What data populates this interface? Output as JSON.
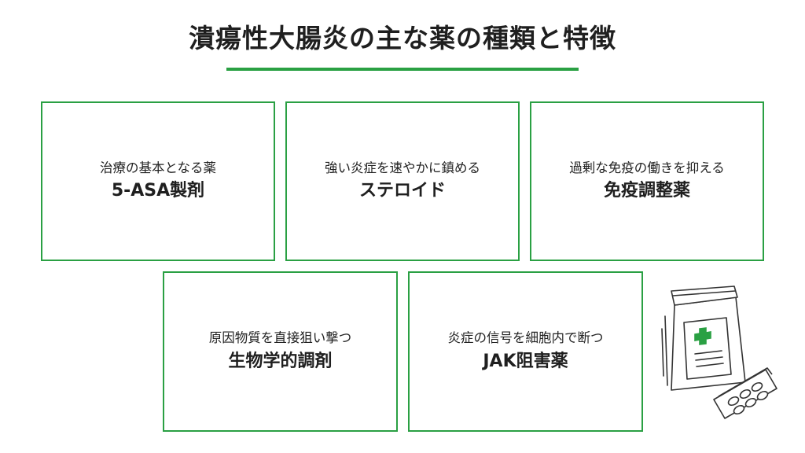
{
  "title": "潰瘍性大腸炎の主な薬の種類と特徴",
  "accent_color": "#2aa043",
  "cards": [
    {
      "subtitle": "治療の基本となる薬",
      "name": "5-ASA製剤"
    },
    {
      "subtitle": "強い炎症を速やかに鎮める",
      "name": "ステロイド"
    },
    {
      "subtitle": "過剰な免疫の働きを抑える",
      "name": "免疫調整薬"
    },
    {
      "subtitle": "原因物質を直接狙い撃つ",
      "name": "生物学的調剤"
    },
    {
      "subtitle": "炎症の信号を細胞内で断つ",
      "name": "JAK阻害薬"
    }
  ],
  "illustration": {
    "icon": "medicine-bag-and-pills-icon"
  }
}
